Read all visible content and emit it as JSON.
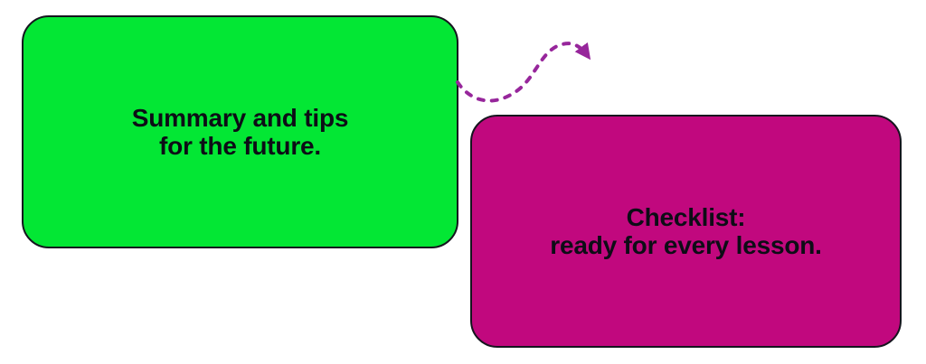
{
  "page": {
    "background": "#ffffff"
  },
  "diagram": {
    "cards": [
      {
        "name": "summary",
        "lines": [
          "Summary and tips",
          "for the future."
        ],
        "background": "#03E734",
        "border_color": "#15151E",
        "text_color": "#0D0D16"
      },
      {
        "name": "checklist",
        "lines": [
          "Checklist:",
          "ready for every lesson."
        ],
        "background": "#C1087E",
        "border_color": "#15151E",
        "text_color": "#0D0D16"
      }
    ],
    "connector": {
      "type": "dashed-curved-arrow",
      "from": "summary card",
      "to": "checklist card",
      "color": "#97269B"
    }
  }
}
